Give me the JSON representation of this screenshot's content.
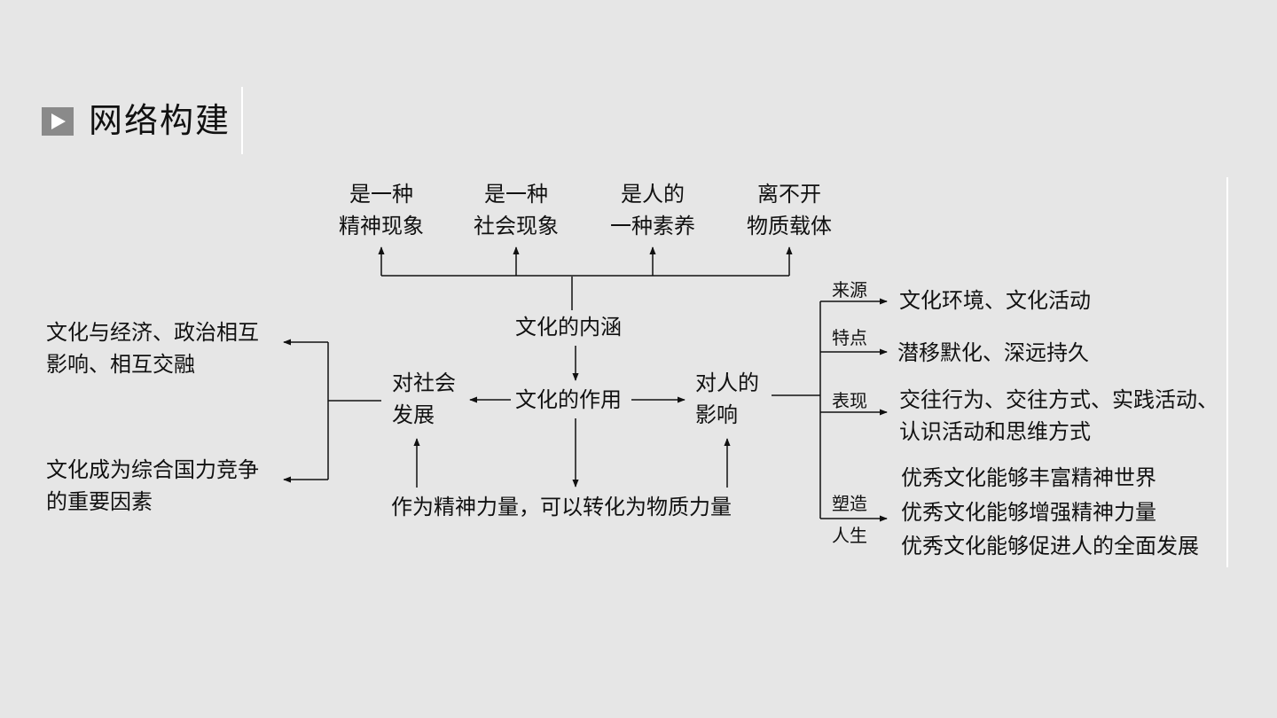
{
  "header": {
    "title": "网络构建"
  },
  "diagram": {
    "center": {
      "connotation": "文化的内涵",
      "function": "文化的作用",
      "material_power": "作为精神力量，可以转化为物质力量"
    },
    "connotations": [
      {
        "line1": "是一种",
        "line2": "精神现象"
      },
      {
        "line1": "是一种",
        "line2": "社会现象"
      },
      {
        "line1": "是人的",
        "line2": "一种素养"
      },
      {
        "line1": "离不开",
        "line2": "物质载体"
      }
    ],
    "society": {
      "line1": "对社会",
      "line2": "发展",
      "effects": [
        {
          "line1": "文化与经济、政治相互",
          "line2": "影响、相互交融"
        },
        {
          "line1": "文化成为综合国力竞争",
          "line2": "的重要因素"
        }
      ]
    },
    "people": {
      "line1": "对人的",
      "line2": "影响",
      "branches": [
        {
          "label": "来源",
          "content": [
            "文化环境、文化活动"
          ]
        },
        {
          "label": "特点",
          "content": [
            "潜移默化、深远持久"
          ]
        },
        {
          "label": "表现",
          "content": [
            "交往行为、交往方式、实践活动、",
            "认识活动和思维方式"
          ]
        },
        {
          "label_line1": "塑造",
          "label_line2": "人生",
          "content": [
            "优秀文化能够丰富精神世界",
            "优秀文化能够增强精神力量",
            "优秀文化能够促进人的全面发展"
          ]
        }
      ]
    }
  }
}
